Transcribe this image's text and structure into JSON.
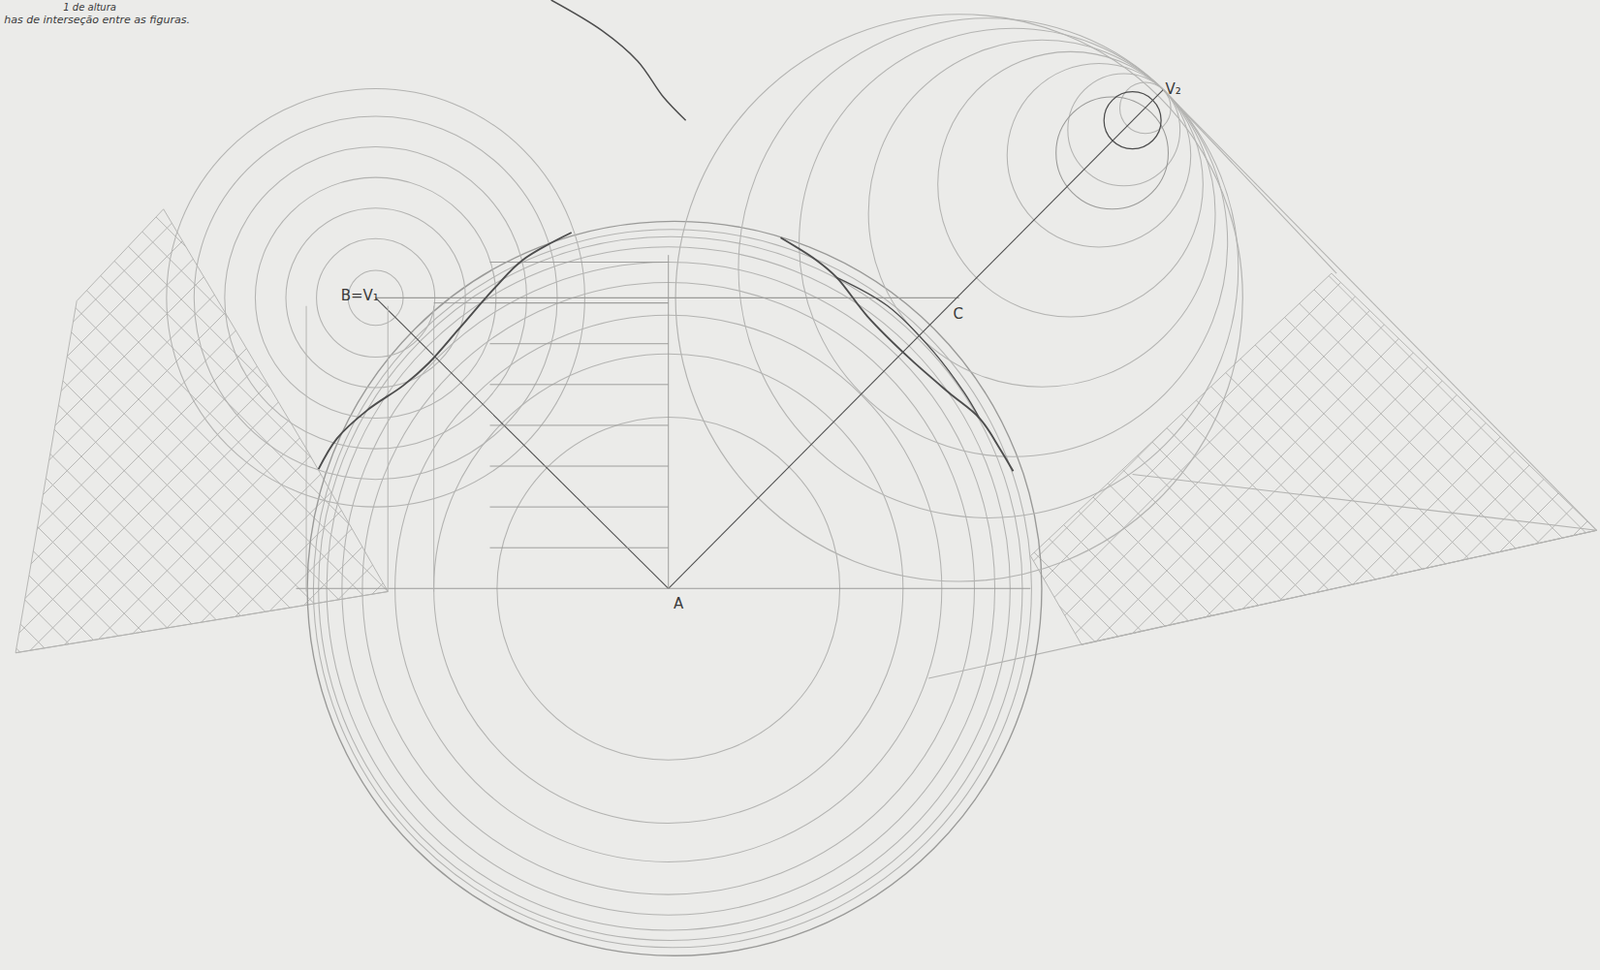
{
  "diagram": {
    "labels": [
      "1 de altura",
      "has de interseção entre as figuras.",
      "B=V₁",
      "V₂",
      "C",
      "A"
    ]
  }
}
